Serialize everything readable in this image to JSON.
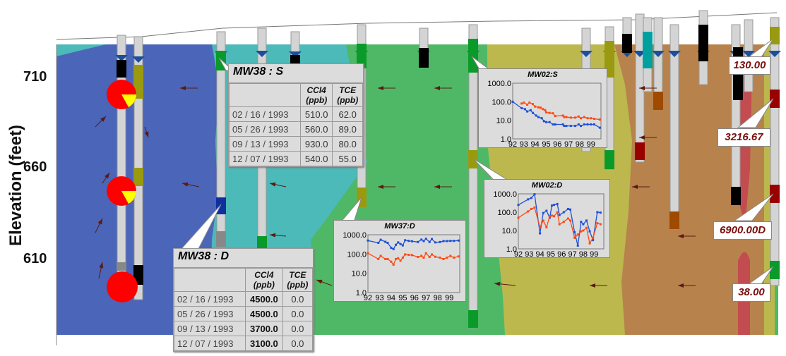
{
  "axis": {
    "label": "Elevation (feet)",
    "ticks": [
      "710",
      "660",
      "610"
    ]
  },
  "colors": {
    "zone_blue": "#4b65b8",
    "zone_teal": "#4bbab8",
    "zone_green": "#4fb866",
    "zone_olive": "#bcb84e",
    "zone_brown": "#b8824c",
    "plume_red": "#c24c50",
    "pie_red": "#ff0000",
    "pie_yellow": "#ffff00",
    "series_ccl4": "#1f4fd6",
    "series_tce": "#ff4a14",
    "callout_text": "#7a0d0d"
  },
  "tables": [
    {
      "title": "MW38 : S",
      "headers": [
        "",
        "CCl4\n(ppb)",
        "TCE\n(ppb)"
      ],
      "rows": [
        [
          "02 / 16 / 1993",
          "510.0",
          "62.0"
        ],
        [
          "05 / 26 / 1993",
          "560.0",
          "89.0"
        ],
        [
          "09 / 13 / 1993",
          "930.0",
          "80.0"
        ],
        [
          "12 / 07 / 1993",
          "540.0",
          "55.0"
        ]
      ]
    },
    {
      "title": "MW38 : D",
      "headers": [
        "",
        "CCl4\n(ppb)",
        "TCE\n(ppb)"
      ],
      "rows": [
        [
          "02 / 16 / 1993",
          "4500.0",
          "0.0"
        ],
        [
          "05 / 26 / 1993",
          "4500.0",
          "0.0"
        ],
        [
          "09 / 13 / 1993",
          "3700.0",
          "0.0"
        ],
        [
          "12 / 07 / 1993",
          "3100.0",
          "0.0"
        ]
      ]
    }
  ],
  "callouts": [
    "130.00",
    "3216.67",
    "6900.00D",
    "38.00"
  ],
  "chart_data": [
    {
      "type": "line",
      "title": "MW37:D",
      "yscale": "log",
      "ylim": [
        1,
        1000
      ],
      "yticks": [
        "1000.0",
        "100.0",
        "10.0",
        "1.0"
      ],
      "xticks": [
        "92",
        "93",
        "94",
        "95",
        "96",
        "97",
        "98",
        "99"
      ],
      "xlim": [
        92,
        99.9
      ],
      "series": [
        {
          "name": "CCl4",
          "x": [
            92,
            92.9,
            93.1,
            93.5,
            93.7,
            94,
            94.2,
            94.4,
            94.6,
            94.8,
            95,
            95.2,
            95.5,
            95.8,
            96.3,
            96.6,
            96.8,
            97,
            97.3,
            97.5,
            97.8,
            98.2,
            98.5,
            98.8,
            99.1,
            99.4,
            99.8
          ],
          "values": [
            500,
            380,
            550,
            430,
            380,
            210,
            180,
            300,
            400,
            330,
            280,
            520,
            480,
            460,
            420,
            560,
            470,
            620,
            420,
            600,
            400,
            420,
            470,
            470,
            480,
            480,
            500
          ]
        },
        {
          "name": "TCE",
          "x": [
            92,
            92.9,
            93.1,
            93.5,
            93.7,
            94,
            94.2,
            94.4,
            94.6,
            94.8,
            95,
            95.2,
            95.5,
            95.8,
            96.3,
            96.6,
            96.8,
            97,
            97.3,
            97.5,
            97.8,
            98.2,
            98.5,
            98.8,
            99.1,
            99.4,
            99.8
          ],
          "values": [
            110,
            55,
            80,
            55,
            55,
            40,
            28,
            55,
            60,
            45,
            65,
            95,
            90,
            88,
            70,
            80,
            65,
            110,
            70,
            95,
            72,
            65,
            55,
            65,
            80,
            65,
            75
          ]
        }
      ]
    },
    {
      "type": "line",
      "title": "MW02:S",
      "yscale": "log",
      "ylim": [
        1,
        1000
      ],
      "yticks": [
        "1000.0",
        "100.0",
        "10.0",
        "1.0"
      ],
      "xticks": [
        "92",
        "93",
        "94",
        "95",
        "96",
        "97",
        "98",
        "99"
      ],
      "xlim": [
        92,
        99.9
      ],
      "series": [
        {
          "name": "CCl4",
          "x": [
            92,
            92.8,
            93.1,
            93.3,
            93.6,
            93.8,
            94.1,
            94.3,
            94.6,
            94.8,
            95,
            95.3,
            95.6,
            95.8,
            96.5,
            96.6,
            96.8,
            97.2,
            97.6,
            97.9,
            98.1,
            98.4,
            98.7,
            99,
            99.3,
            99.8
          ],
          "values": [
            100,
            45,
            40,
            30,
            35,
            25,
            18,
            15,
            13,
            9,
            8,
            8,
            6,
            6,
            6,
            5,
            5,
            5,
            5,
            6,
            5,
            6,
            6,
            6,
            6,
            4
          ]
        },
        {
          "name": "TCE",
          "x": [
            92.8,
            93,
            93.3,
            93.5,
            93.8,
            94,
            94.3,
            94.5,
            94.7,
            94.9,
            95,
            95.3,
            95.6,
            95.8,
            96.5,
            96.6,
            96.8,
            97.2,
            97.6,
            97.9,
            98.1,
            98.4,
            98.7,
            99,
            99.3,
            99.8
          ],
          "values": [
            80,
            90,
            70,
            90,
            75,
            55,
            50,
            48,
            40,
            35,
            27,
            25,
            24,
            17,
            18,
            15,
            15,
            14,
            14,
            16,
            13,
            15,
            13,
            13,
            12,
            11
          ]
        }
      ]
    },
    {
      "type": "line",
      "title": "MW02:D",
      "yscale": "log",
      "ylim": [
        1,
        1000
      ],
      "yticks": [
        "1000.0",
        "100.0",
        "10.0",
        "1.0"
      ],
      "xticks": [
        "92",
        "93",
        "94",
        "95",
        "96",
        "97",
        "98",
        "99"
      ],
      "xlim": [
        92,
        99.9
      ],
      "series": [
        {
          "name": "CCl4",
          "x": [
            92,
            92.9,
            93.2,
            93.5,
            94,
            94.3,
            94.6,
            94.9,
            95.1,
            95.3,
            95.6,
            95.8,
            96.2,
            96.6,
            96.8,
            97.2,
            97.5,
            97.8,
            98,
            98.3,
            98.6,
            98.9,
            99.3,
            99.6
          ],
          "values": [
            250,
            500,
            600,
            950,
            7,
            90,
            120,
            50,
            230,
            250,
            280,
            70,
            100,
            150,
            140,
            8,
            1.5,
            30,
            22,
            35,
            9,
            3,
            100,
            95
          ]
        },
        {
          "name": "TCE",
          "x": [
            92,
            92.9,
            93.2,
            93.5,
            94,
            94.3,
            94.6,
            94.9,
            95.1,
            95.3,
            95.6,
            95.8,
            96.2,
            96.6,
            96.8,
            97.2,
            97.5,
            97.8,
            98,
            98.3,
            98.6,
            98.9,
            99.3,
            99.6
          ],
          "values": [
            50,
            110,
            150,
            180,
            15,
            35,
            15,
            60,
            65,
            60,
            100,
            22,
            30,
            45,
            35,
            4,
            6,
            9,
            10,
            14,
            2,
            4,
            25,
            22
          ]
        }
      ]
    }
  ]
}
